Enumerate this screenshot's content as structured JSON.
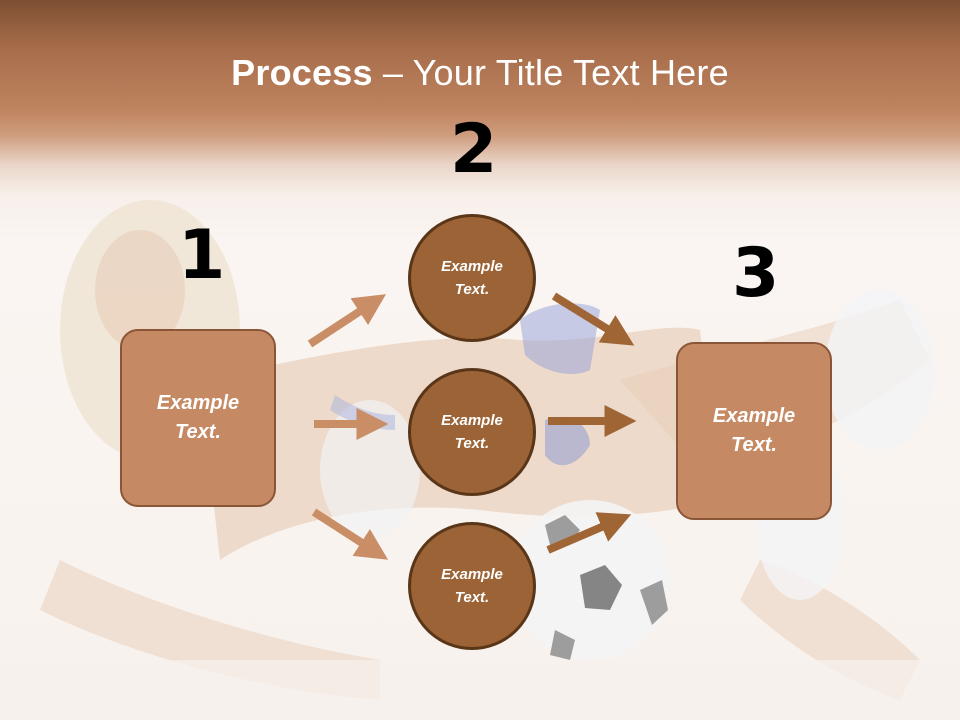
{
  "title": {
    "bold": "Process",
    "rest": " – Your Title Text Here"
  },
  "steps": {
    "one": "1",
    "two": "2",
    "three": "3"
  },
  "left_box": {
    "line1": "Example",
    "line2": "Text."
  },
  "right_box": {
    "line1": "Example",
    "line2": "Text."
  },
  "circles": [
    {
      "line1": "Example",
      "line2": "Text."
    },
    {
      "line1": "Example",
      "line2": "Text."
    },
    {
      "line1": "Example",
      "line2": "Text."
    }
  ],
  "colors": {
    "header_brown": "#a86e4b",
    "box_fill": "#c58a64",
    "circle_fill": "#9b6336",
    "arrow_light": "#c98e66",
    "arrow_dark": "#a06535"
  }
}
